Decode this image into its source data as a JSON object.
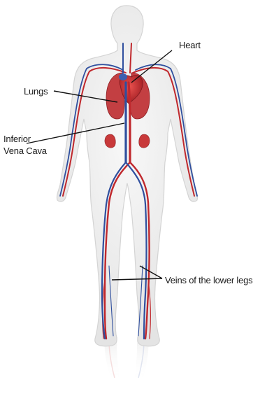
{
  "labels": {
    "heart": "Heart",
    "lungs": "Lungs",
    "inferior_vena_cava_line1": "Inferior",
    "inferior_vena_cava_line2": "Vena Cava",
    "veins_lower_legs": "Veins of the lower legs"
  },
  "colors": {
    "artery_red": "#c0282d",
    "vein_blue": "#2f4f9e",
    "organ_red": "#c8393a",
    "body_fill": "#eeeeee",
    "body_outline": "#d6d6d6",
    "leader_line": "#111111"
  }
}
